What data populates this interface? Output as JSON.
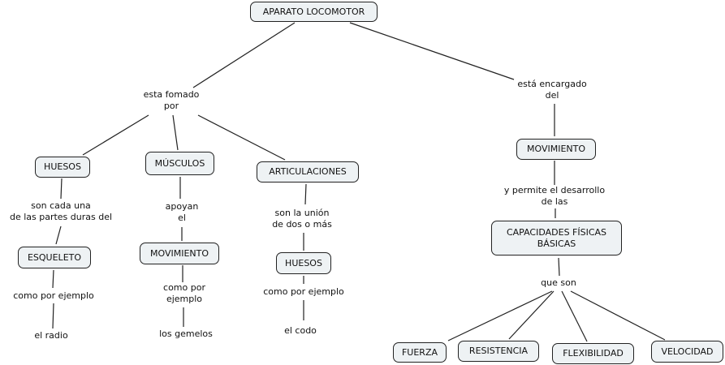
{
  "concepts": {
    "root": "APARATO LOCOMOTOR",
    "huesos": "HUESOS",
    "musculos": "MÚSCULOS",
    "articulaciones": "ARTICULACIONES",
    "esqueleto": "ESQUELETO",
    "movimiento_musc": "MOVIMIENTO",
    "huesos2": "HUESOS",
    "movimiento": "MOVIMIENTO",
    "capacidades": "CAPACIDADES FÍSICAS BÁSICAS",
    "fuerza": "FUERZA",
    "resistencia": "RESISTENCIA",
    "flexibilidad": "FLEXIBILIDAD",
    "velocidad": "VELOCIDAD"
  },
  "links": {
    "formado": [
      "esta fomado",
      "por"
    ],
    "encargado": [
      "está encargado",
      "del"
    ],
    "son_cada": [
      "son cada una",
      "de las partes duras del"
    ],
    "ejemplo1": "como por ejemplo",
    "radio": "el radio",
    "apoyan": [
      "apoyan",
      "el"
    ],
    "ejemplo2": [
      "como por",
      "ejemplo"
    ],
    "gemelos": "los gemelos",
    "union": [
      "son la unión",
      "de dos o más"
    ],
    "ejemplo3": "como por ejemplo",
    "codo": "el codo",
    "permite": [
      "y permite el desarrollo",
      "de las"
    ],
    "que_son": "que son"
  }
}
